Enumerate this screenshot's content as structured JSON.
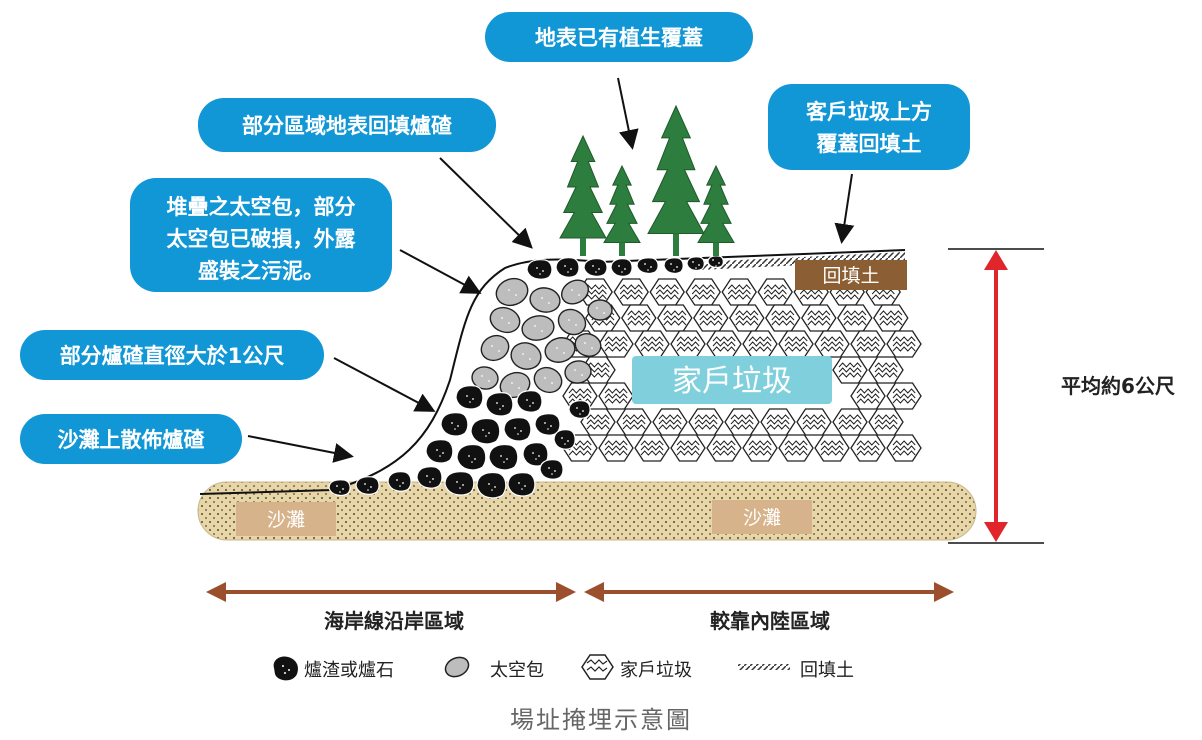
{
  "callouts": {
    "vegetation": "地表已有植生覆蓋",
    "partial_backfill": "部分區域地表回填爐碴",
    "client_backfill_line1": "客戶垃圾上方",
    "client_backfill_line2": "覆蓋回填土",
    "bags_line1": "堆疊之太空包，部分",
    "bags_line2": "太空包已破損，外露",
    "bags_line3": "盛裝之污泥。",
    "slag_diameter": "部分爐碴直徑大於1公尺",
    "beach_slag": "沙灘上散佈爐碴"
  },
  "labels": {
    "household_waste": "家戶垃圾",
    "backfill_soil": "回填土",
    "beach_left": "沙灘",
    "beach_right": "沙灘",
    "height": "平均約6公尺",
    "coastal_zone": "海岸線沿岸區域",
    "inland_zone": "較靠內陸區域"
  },
  "legend": {
    "slag": "爐渣或爐石",
    "bag": "太空包",
    "household": "家戶垃圾",
    "backfill": "回填土"
  },
  "caption": "場址掩埋示意圖",
  "colors": {
    "callout_bg": "#1196d6",
    "waste_label_bg": "#7fd0dc",
    "backfill_tag": "#8b5e34",
    "sand_tag": "#d7b38b",
    "sand": "#e6d6a8",
    "tree": "#2d7d3e",
    "height_arrow": "#e0262b",
    "zone_arrow": "#9b4f2c",
    "slag": "#111111",
    "bag": "#bdbdbd"
  }
}
